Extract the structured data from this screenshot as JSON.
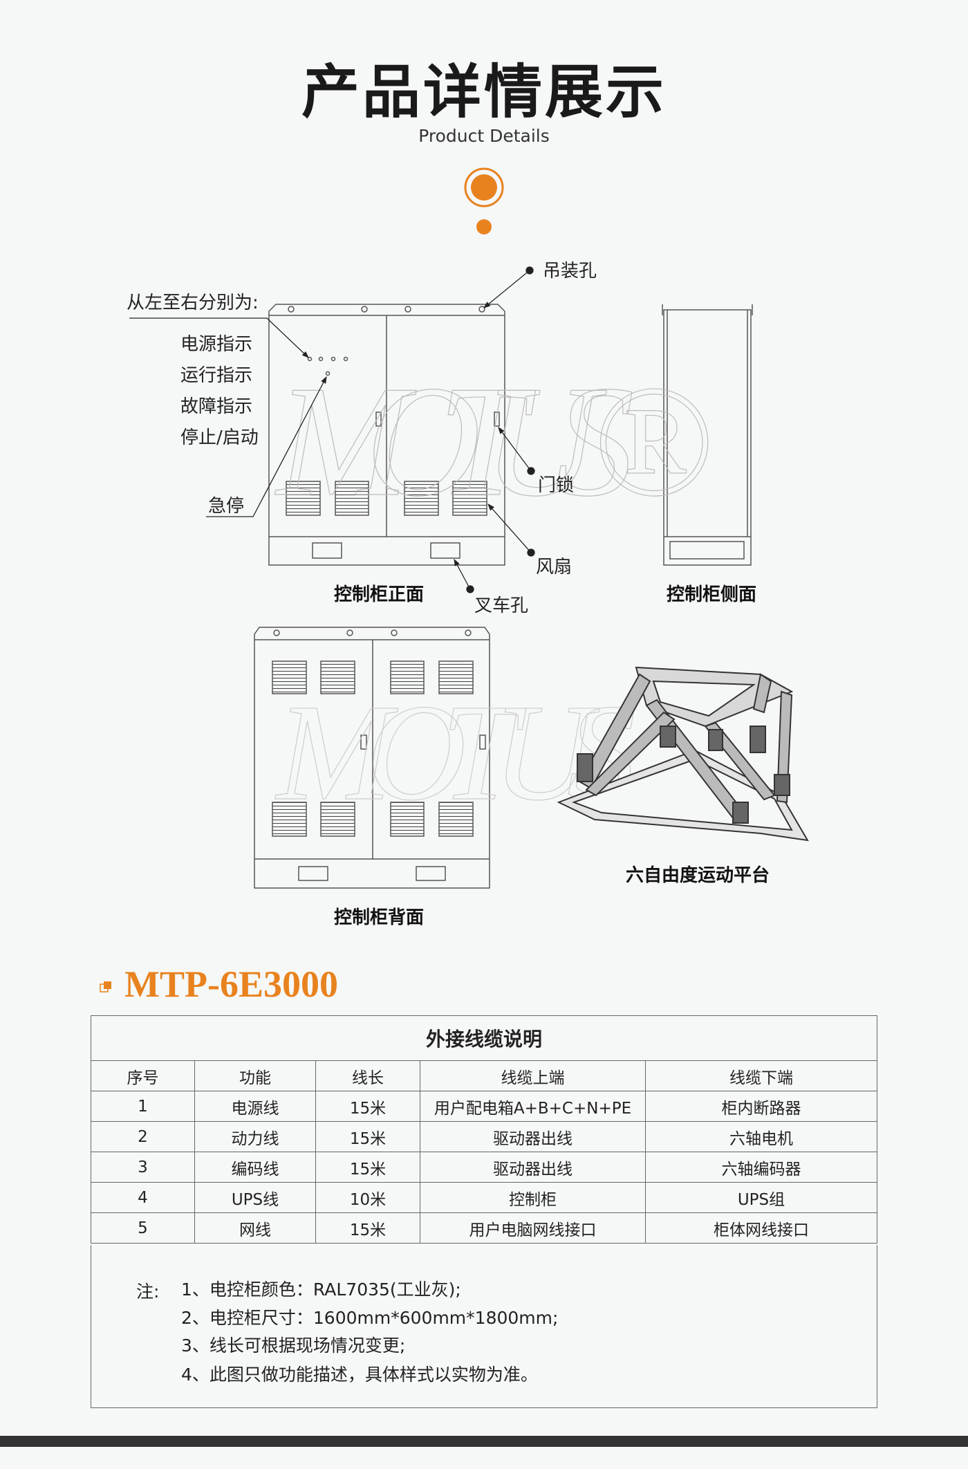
{
  "header": {
    "title": "产品详情展示",
    "subtitle": "Product Details"
  },
  "colors": {
    "accent": "#e8821e",
    "background": "#f6f7f7",
    "bar": "#333333"
  },
  "watermark": "MOTUS®",
  "front": {
    "intro": "从左至右分别为:",
    "indicators": [
      "电源指示",
      "运行指示",
      "故障指示",
      "停止/启动"
    ],
    "estop": "急停",
    "lifting_hole": "吊装孔",
    "door_lock": "门锁",
    "fan": "风扇",
    "forklift_hole": "叉车孔",
    "caption": "控制柜正面"
  },
  "side": {
    "caption": "控制柜侧面"
  },
  "back": {
    "caption": "控制柜背面"
  },
  "platform": {
    "caption": "六自由度运动平台"
  },
  "model": "MTP-6E3000",
  "table": {
    "title": "外接线缆说明",
    "headers": [
      "序号",
      "功能",
      "线长",
      "线缆上端",
      "线缆下端"
    ],
    "rows": [
      [
        "1",
        "电源线",
        "15米",
        "用户配电箱A+B+C+N+PE",
        "柜内断路器"
      ],
      [
        "2",
        "动力线",
        "15米",
        "驱动器出线",
        "六轴电机"
      ],
      [
        "3",
        "编码线",
        "15米",
        "驱动器出线",
        "六轴编码器"
      ],
      [
        "4",
        "UPS线",
        "10米",
        "控制柜",
        "UPS组"
      ],
      [
        "5",
        "网线",
        "15米",
        "用户电脑网线接口",
        "柜体网线接口"
      ]
    ]
  },
  "notes": {
    "label": "注:",
    "items": [
      "1、电控柜颜色：RAL7035(工业灰);",
      "2、电控柜尺寸：1600mm*600mm*1800mm;",
      "3、线长可根据现场情况变更;",
      "4、此图只做功能描述，具体样式以实物为准。"
    ]
  }
}
